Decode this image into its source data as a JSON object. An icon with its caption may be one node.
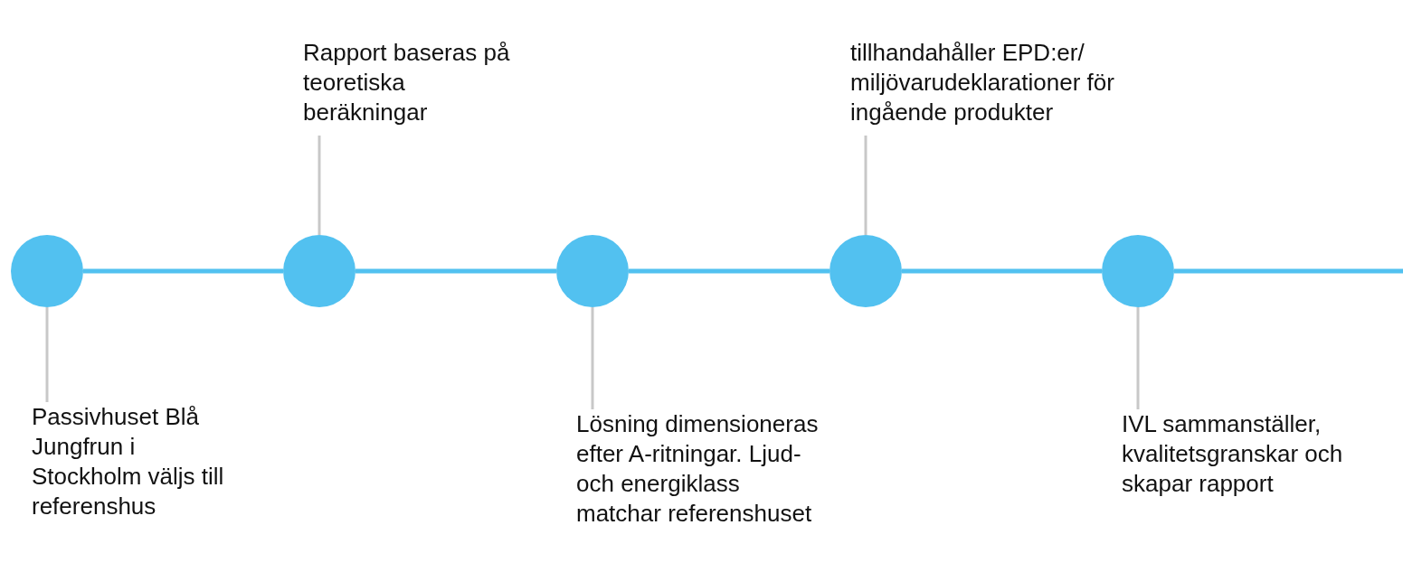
{
  "diagram": {
    "nodes": [
      {
        "text": [],
        "shape": "circle"
      },
      {
        "text": [],
        "shape": "circle"
      },
      {
        "text": [],
        "shape": "circle"
      },
      {
        "text": [],
        "shape": "circle"
      },
      {
        "text": [],
        "shape": "circle"
      },
      {
        "text": [
          "Passivhuset Blå Jungfrun i Stockholm väljs till referenshus"
        ]
      },
      {
        "text": [
          "Rapport baseras på teoretiska beräkningar"
        ]
      },
      {
        "text": [
          "Lösning dimensioneras efter A-ritningar. Ljud- och energiklass matchar referenshuset"
        ]
      },
      {
        "text": [
          "tillhandahåller EPD:er/ miljövarudeklarationer för ingående produkter"
        ]
      },
      {
        "text": [
          "IVL sammanställer, kvalitetsgranskar och skapar rapport"
        ]
      }
    ],
    "edges": [
      {
        "from": 0,
        "to": 1,
        "arrow": "none"
      },
      {
        "from": 1,
        "to": 2,
        "arrow": "none"
      },
      {
        "from": 2,
        "to": 3,
        "arrow": "none"
      },
      {
        "from": 3,
        "to": 4,
        "arrow": "none"
      },
      {
        "from": 4,
        "to": null,
        "arrow": "none"
      },
      {
        "from": 5,
        "to": 0,
        "arrow": "none",
        "color": "#c8c8c8"
      },
      {
        "from": 6,
        "to": 1,
        "arrow": "none",
        "color": "#c8c8c8"
      },
      {
        "from": 7,
        "to": 2,
        "arrow": "none",
        "color": "#c8c8c8"
      },
      {
        "from": 8,
        "to": 3,
        "arrow": "none",
        "color": "#c8c8c8"
      },
      {
        "from": 9,
        "to": 4,
        "arrow": "none",
        "color": "#c8c8c8"
      }
    ]
  }
}
